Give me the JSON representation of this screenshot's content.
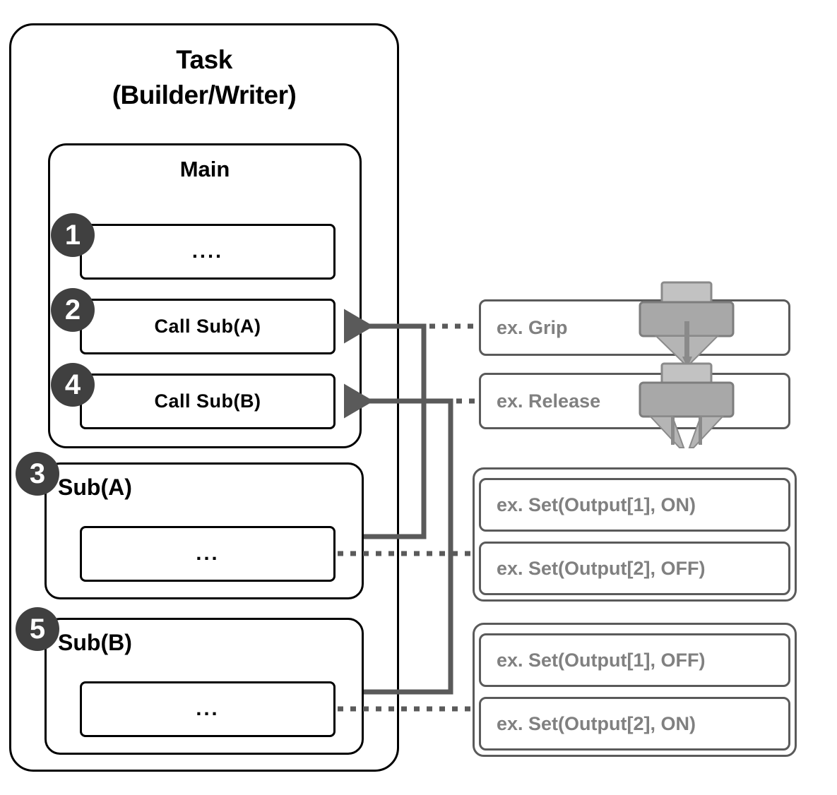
{
  "diagram": {
    "title": "Task (Builder/Writer) program structure",
    "colors": {
      "outline": "#000000",
      "badge_fill": "#404040",
      "badge_text": "#ffffff",
      "example_outline": "#5a5a5a",
      "example_text": "#808080",
      "connector": "#5a5a5a",
      "gripper_body": "#9a9a9a",
      "gripper_shank": "#bdbdbd",
      "background": "#ffffff"
    }
  },
  "task": {
    "title_line1": "Task",
    "title_line2": "(Builder/Writer)"
  },
  "main": {
    "title": "Main",
    "rows": [
      {
        "badge": "1",
        "label": "...."
      },
      {
        "badge": "2",
        "label": "Call Sub(A)"
      },
      {
        "badge": "4",
        "label": "Call Sub(B)"
      }
    ]
  },
  "subroutines": [
    {
      "badge": "3",
      "title": "Sub(A)",
      "body": "..."
    },
    {
      "badge": "5",
      "title": "Sub(B)",
      "body": "..."
    }
  ],
  "examples": {
    "motion": [
      {
        "label": "ex. Grip",
        "icon": "gripper-closed-icon"
      },
      {
        "label": "ex. Release",
        "icon": "gripper-open-icon"
      }
    ],
    "group_a": [
      {
        "label": "ex. Set(Output[1], ON)"
      },
      {
        "label": "ex. Set(Output[2], OFF)"
      }
    ],
    "group_b": [
      {
        "label": "ex. Set(Output[1], OFF)"
      },
      {
        "label": "ex. Set(Output[2], ON)"
      }
    ]
  }
}
